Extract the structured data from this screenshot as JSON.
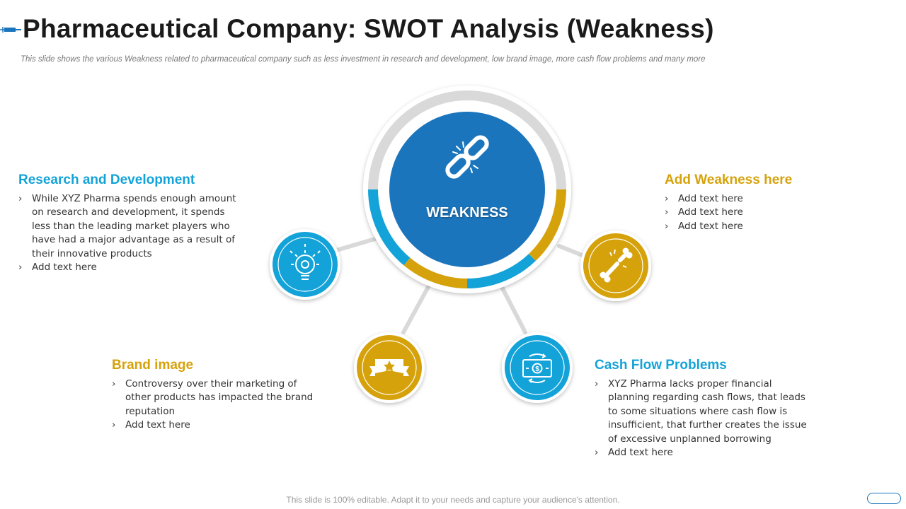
{
  "title": "Pharmaceutical Company: SWOT Analysis (Weakness)",
  "subtitle": "This slide shows the various Weakness related to pharmaceutical company such as less investment in research and development, low brand image, more cash flow problems and many more",
  "center": {
    "label": "WEAKNESS",
    "icon": "broken-chain-icon"
  },
  "colors": {
    "blue": "#13a3d8",
    "gold": "#d6a20c",
    "center_blue": "#1b75bc",
    "ring_gray": "#d9d9d9"
  },
  "sections": {
    "research": {
      "heading": "Research and Development",
      "icon": "lightbulb-gear-icon",
      "items": [
        "While XYZ Pharma spends enough amount on research and development,  it spends less than the leading market players who have had a major advantage as a result of their innovative products",
        "Add text here"
      ]
    },
    "weakness": {
      "heading": "Add Weakness here",
      "icon": "broken-bone-icon",
      "items": [
        "Add text here",
        "Add text here",
        "Add text here"
      ]
    },
    "brand": {
      "heading": "Brand image",
      "icon": "star-banner-icon",
      "items": [
        "Controversy over their marketing  of other products has impacted the      brand reputation",
        "Add text here"
      ]
    },
    "cash": {
      "heading": "Cash Flow Problems",
      "icon": "money-cycle-icon",
      "items": [
        "XYZ Pharma lacks proper financial planning regarding cash flows, that leads to some situations where cash flow is insufficient, that further creates the issue of excessive unplanned borrowing",
        "Add text here"
      ]
    }
  },
  "footer": "This slide is 100% editable. Adapt it to your needs and capture your audience's attention."
}
